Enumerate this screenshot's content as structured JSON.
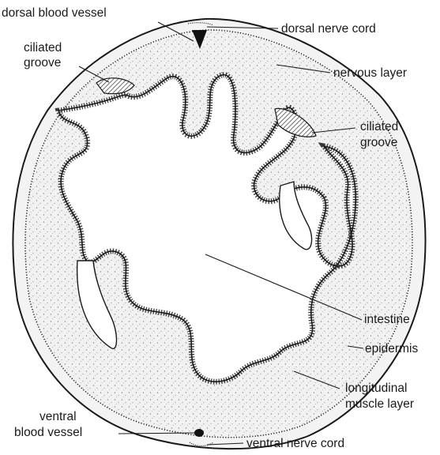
{
  "labels": {
    "dorsal_blood_vessel": "dorsal blood vessel",
    "dorsal_nerve_cord": "dorsal nerve cord",
    "ciliated_groove_left_1": "ciliated",
    "ciliated_groove_left_2": "groove",
    "nervous_layer": "nervous layer",
    "ciliated_groove_right_1": "ciliated",
    "ciliated_groove_right_2": "groove",
    "intestine": "intestine",
    "epidermis": "epidermis",
    "longitudinal_muscle_layer_1": "longitudinal",
    "longitudinal_muscle_layer_2": "muscle layer",
    "ventral_blood_vessel_1": "ventral",
    "ventral_blood_vessel_2": "blood vessel",
    "ventral_nerve_cord": "ventral nerve cord"
  },
  "colors": {
    "ink": "#1a1a1a",
    "stipple": "#e9e9e9",
    "lumen": "#ffffff",
    "hatch": "#555555"
  }
}
